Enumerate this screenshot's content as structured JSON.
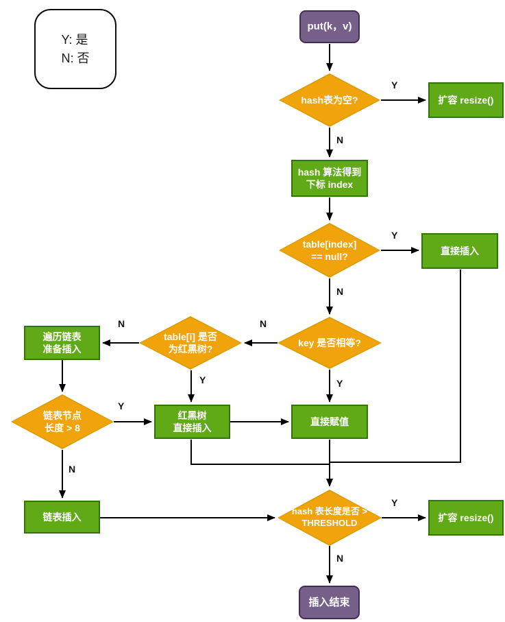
{
  "legend": {
    "text": "Y: 是\nN: 否"
  },
  "edge_labels": {
    "yes": "Y",
    "no": "N"
  },
  "colors": {
    "green_fill": "#60A917",
    "green_border": "#2D7600",
    "orange_fill": "#F0A30A",
    "orange_border": "#D79B00",
    "purple_fill": "#76608A",
    "purple_border": "#432D57",
    "line": "#000000"
  },
  "nodes": {
    "start": {
      "label": "put(k，v)"
    },
    "d_hash_empty": {
      "label": "hash表为空?"
    },
    "resize1": {
      "label": "扩容 resize()"
    },
    "hash_index": {
      "label": "hash 算法得到\n下标 index"
    },
    "d_index_null": {
      "label": "table[index]\n== null?"
    },
    "direct_insert": {
      "label": "直接插入"
    },
    "d_key_equal": {
      "label": "key 是否相等?"
    },
    "d_rbtree": {
      "label": "table[i] 是否\n为红黑树?"
    },
    "traverse_list": {
      "label": "遍历链表\n准备插入"
    },
    "d_len_gt8": {
      "label": "链表节点\n长度 > 8"
    },
    "rbtree_insert": {
      "label": "红黑树\n直接插入"
    },
    "direct_assign": {
      "label": "直接赋值"
    },
    "list_insert": {
      "label": "链表插入"
    },
    "d_threshold": {
      "label": "hash 表长度是否 >\nTHRESHOLD"
    },
    "resize2": {
      "label": "扩容 resize()"
    },
    "end": {
      "label": "插入结束"
    }
  }
}
